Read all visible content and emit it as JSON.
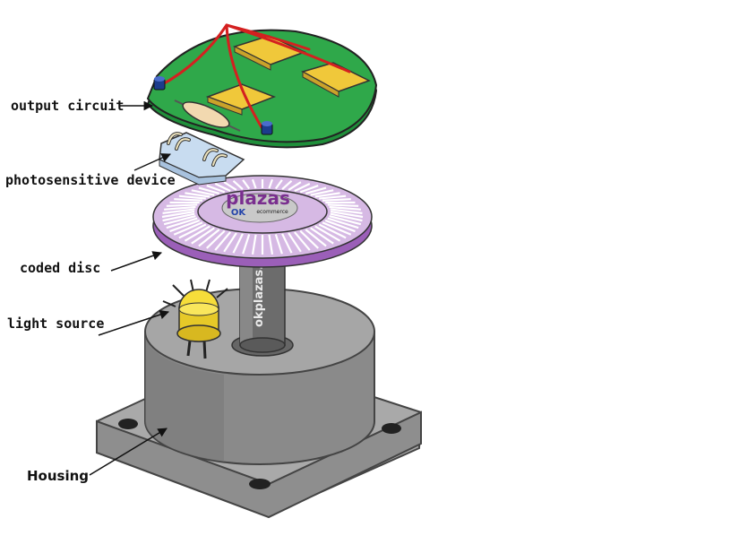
{
  "labels": {
    "output_circuit": "output circuit",
    "photosensitive_device": "photosensitive device",
    "coded_disc": "coded disc",
    "light_source": "light source",
    "housing": "Housing"
  },
  "watermark": {
    "logo_plazas": "plazas",
    "logo_ok": "OK",
    "logo_ecommerce": "ecommerce",
    "vertical_text": "okplazas.com"
  },
  "colors": {
    "pcb_green": "#2fa84a",
    "wire_red": "#d42020",
    "chip_yellow": "#f0c83a",
    "disc_lavender": "#d6b9e4",
    "disc_rim": "#9b5fb8",
    "housing_gray": "#9a9a9a",
    "base_gray": "#b9b9b9",
    "led_yellow": "#f6dd3a",
    "photo_blue": "#c8dcf0"
  }
}
